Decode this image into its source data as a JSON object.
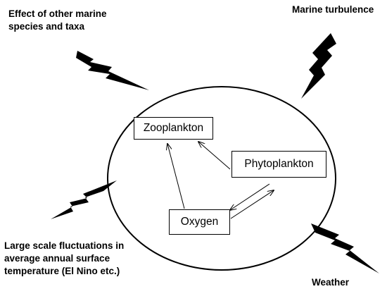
{
  "external_factors": {
    "top_left": "Effect of other marine species and taxa",
    "top_right": "Marine turbulence",
    "bottom_left": "Large scale fluctuations in average annual surface temperature (El Nino etc.)",
    "bottom_right": "Weather"
  },
  "nodes": {
    "zooplankton": "Zooplankton",
    "phytoplankton": "Phytoplankton",
    "oxygen": "Oxygen"
  },
  "colors": {
    "line": "#000000",
    "bolt": "#000000",
    "background": "#ffffff"
  }
}
